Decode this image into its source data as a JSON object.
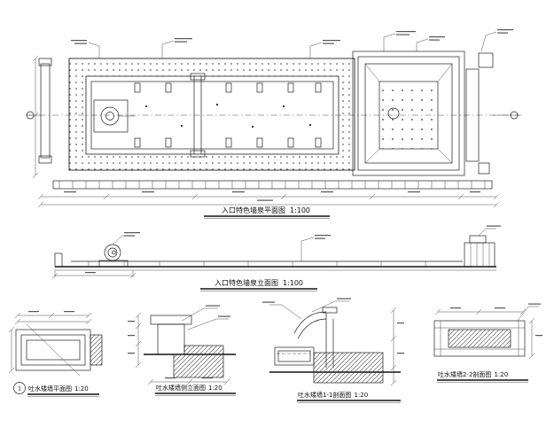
{
  "sheet": {
    "background": "#ffffff",
    "ink": "#1f1f1f"
  },
  "views": {
    "plan": {
      "title": "入口特色墙泉平面图",
      "scale": "1:100"
    },
    "elevation": {
      "title": "入口特色墙泉立面图",
      "scale": "1:100"
    },
    "detail_plan": {
      "marker": "1",
      "title": "吐水矮墙平面图",
      "scale": "1:20"
    },
    "detail_side": {
      "title": "吐水矮墙侧立面图",
      "scale": "1:20"
    },
    "detail_section_11": {
      "title": "吐水矮墙1-1剖面图",
      "scale": "1:20"
    },
    "detail_section_22": {
      "title": "吐水矮墙2-2剖面图",
      "scale": "1:20"
    }
  }
}
